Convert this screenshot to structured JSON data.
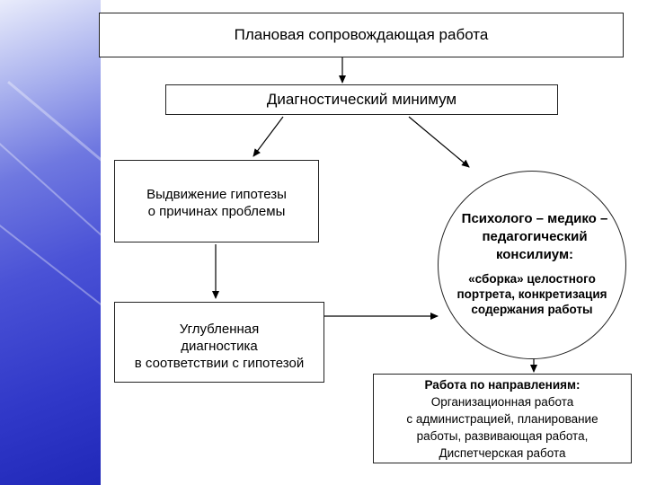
{
  "diagram": {
    "title": "Плановая сопровождающая работа",
    "diagnostic_minimum": "Диагностический минимум",
    "hypothesis": {
      "line1": "Выдвижение гипотезы",
      "line2": "о причинах проблемы"
    },
    "deep_diagnostics": {
      "line1": "Углубленная",
      "line2": "диагностика",
      "line3": "в соответствии с гипотезой"
    },
    "council": {
      "title_line1": "Психолого – медико –",
      "title_line2": "педагогический",
      "title_line3": "консилиум:",
      "sub_line1": "«сборка» целостного",
      "sub_line2": "портрета, конкретизация",
      "sub_line3": "содержания работы"
    },
    "work_directions": {
      "line1": "Работа по направлениям:",
      "line2": "Организационная работа",
      "line3": "с администрацией, планирование",
      "line4": "работы, развивающая работа,",
      "line5": "Диспетчерская работа"
    }
  },
  "colors": {
    "panel_blue": "#3038c8",
    "box_border": "#222222"
  }
}
